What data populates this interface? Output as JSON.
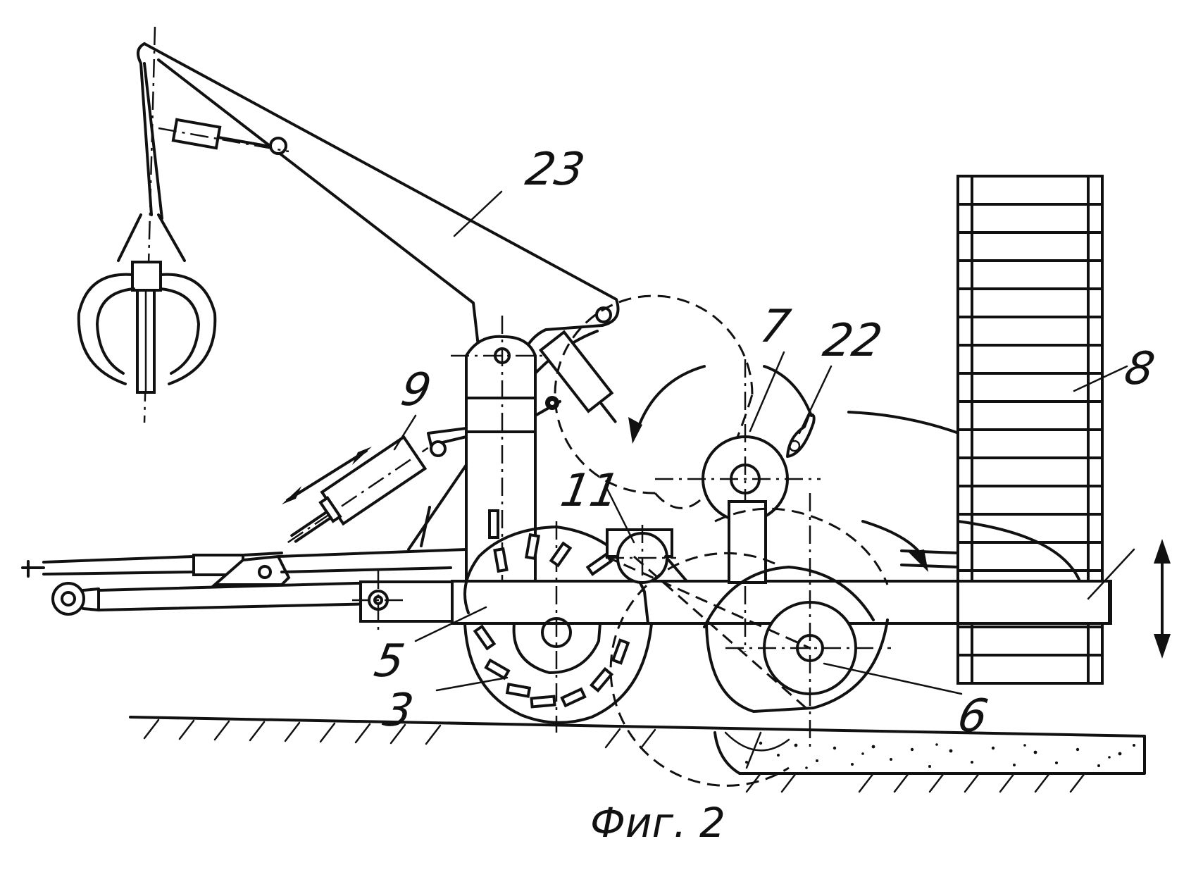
{
  "labels": {
    "l23": "23",
    "l9": "9",
    "l7": "7",
    "l22": "22",
    "l8": "8",
    "l11": "11",
    "l5": "5",
    "l3": "3",
    "l6": "6"
  },
  "caption": "Фиг. 2"
}
